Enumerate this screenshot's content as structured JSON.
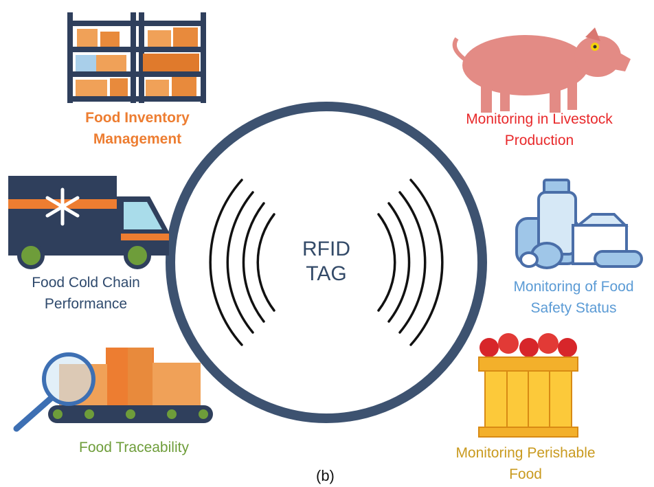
{
  "center": {
    "line1": "RFID",
    "line2": "TAG"
  },
  "applications": {
    "inventory": {
      "line1": "Food Inventory",
      "line2": "Management",
      "icon": "warehouse-shelf-icon",
      "color": "#ed7d31"
    },
    "livestock": {
      "line1": "Monitoring in Livestock",
      "line2": "Production",
      "icon": "pig-icon",
      "color": "#e8292b"
    },
    "cold_chain": {
      "line1": "Food Cold Chain",
      "line2": "Performance",
      "icon": "refrigerated-truck-icon",
      "color": "#2f4a6d"
    },
    "safety": {
      "line1": "Monitoring of Food",
      "line2": "Safety Status",
      "icon": "food-containers-icon",
      "color": "#5b9bd5"
    },
    "traceability": {
      "line1": "Food Traceability",
      "icon": "conveyor-magnifier-icon",
      "color": "#6e9d3a"
    },
    "perishable": {
      "line1": "Monitoring Perishable",
      "line2": "Food",
      "icon": "apple-crate-icon",
      "color": "#c99a1f"
    }
  },
  "caption": "(b)"
}
